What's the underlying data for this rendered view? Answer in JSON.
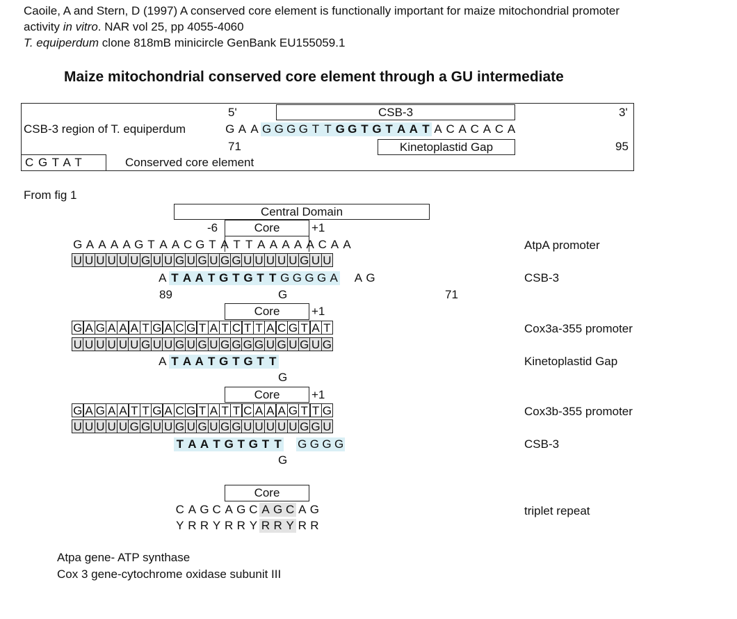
{
  "citation": {
    "line1": "Caoile, A and Stern, D (1997) A conserved core element is functionally important for maize mitochondrial promoter",
    "line2a": "activity",
    "line2b": "in vitro",
    "line2c": ". NAR vol 25, pp 4055-4060",
    "line3a": "T. equiperdum",
    "line3b": " clone 818mB minicircle GenBank EU155059.1"
  },
  "title": "Maize mitochondrial conserved core element through a GU intermediate",
  "csb_panel": {
    "five_prime": "5'",
    "three_prime": "3'",
    "csb3_label": "CSB-3",
    "row_label": "CSB-3 region of T. equiperdum",
    "sequence": [
      "G",
      "A",
      "A",
      "G",
      "G",
      "G",
      "G",
      "T",
      "T",
      "G",
      "G",
      "T",
      "G",
      "T",
      "A",
      "A",
      "T",
      "A",
      "C",
      "A",
      "C",
      "A",
      "C",
      "A"
    ],
    "pos_start": "71",
    "pos_end": "95",
    "gap_label": "Kinetoplastid Gap",
    "core_seq": "C G T A T",
    "core_label": "Conserved core element"
  },
  "from_fig": "From fig 1",
  "central_domain": "Central Domain",
  "block1": {
    "core": "Core",
    "minus6": "-6",
    "plus1": "+1",
    "seq": [
      "G",
      "A",
      "A",
      "A",
      "A",
      "G",
      "T",
      "A",
      "A",
      "C",
      "G",
      "T",
      "A",
      "T",
      "T",
      "A",
      "A",
      "A",
      "A",
      "A",
      "C",
      "A",
      "A"
    ],
    "gu": [
      "U",
      "U",
      "U",
      "U",
      "U",
      "U",
      "G",
      "U",
      "U",
      "G",
      "U",
      "G",
      "U",
      "G",
      "G",
      "U",
      "U",
      "U",
      "U",
      "U",
      "G",
      "U",
      "U"
    ],
    "bottom": [
      "A",
      "T",
      "A",
      "A",
      "T",
      "G",
      "T",
      "G",
      "T",
      "T",
      "G",
      "G",
      "G",
      "G",
      "A",
      "",
      "A",
      "G"
    ],
    "g_below": "G",
    "n89": "89",
    "n71": "71",
    "label_top": "AtpA promoter",
    "label_bottom": "CSB-3"
  },
  "block2": {
    "core": "Core",
    "plus1": "+1",
    "seq": [
      "G",
      "A",
      "G",
      "A",
      "A",
      "A",
      "T",
      "G",
      "A",
      "C",
      "G",
      "T",
      "A",
      "T",
      "C",
      "T",
      "T",
      "A",
      "C",
      "G",
      "T",
      "A",
      "T"
    ],
    "gu": [
      "U",
      "U",
      "U",
      "U",
      "U",
      "U",
      "G",
      "U",
      "U",
      "G",
      "U",
      "G",
      "U",
      "G",
      "G",
      "G",
      "G",
      "U",
      "G",
      "U",
      "G",
      "U",
      "G"
    ],
    "bottom": [
      "A",
      "T",
      "A",
      "A",
      "T",
      "G",
      "T",
      "G",
      "T",
      "T"
    ],
    "g_below": "G",
    "label_top": "Cox3a-355 promoter",
    "label_bottom": "Kinetoplastid Gap"
  },
  "block3": {
    "core": "Core",
    "plus1": "+1",
    "seq": [
      "G",
      "A",
      "G",
      "A",
      "A",
      "T",
      "T",
      "G",
      "A",
      "C",
      "G",
      "T",
      "A",
      "T",
      "T",
      "C",
      "A",
      "A",
      "A",
      "G",
      "T",
      "T",
      "G"
    ],
    "gu": [
      "U",
      "U",
      "U",
      "U",
      "U",
      "G",
      "G",
      "U",
      "U",
      "G",
      "U",
      "G",
      "U",
      "G",
      "G",
      "U",
      "U",
      "U",
      "U",
      "U",
      "G",
      "G",
      "U"
    ],
    "bottom": [
      "T",
      "A",
      "A",
      "T",
      "G",
      "T",
      "G",
      "T",
      "T",
      "",
      "G",
      "G",
      "G",
      "G"
    ],
    "g_below": "G",
    "label_top": "Cox3b-355 promoter",
    "label_bottom": "CSB-3"
  },
  "triplet": {
    "core": "Core",
    "seq": [
      "C",
      "A",
      "G",
      "C",
      "A",
      "G",
      "C",
      "A",
      "G",
      "C",
      "A",
      "G"
    ],
    "ry": [
      "Y",
      "R",
      "R",
      "Y",
      "R",
      "R",
      "Y",
      "R",
      "R",
      "Y",
      "R",
      "R"
    ],
    "label": "triplet repeat"
  },
  "footnotes": {
    "line1": "Atpa gene- ATP synthase",
    "line2": "Cox 3 gene-cytochrome oxidase subunit III"
  },
  "colors": {
    "highlight": "#d9eff5",
    "grey": "#e3e3e3"
  }
}
